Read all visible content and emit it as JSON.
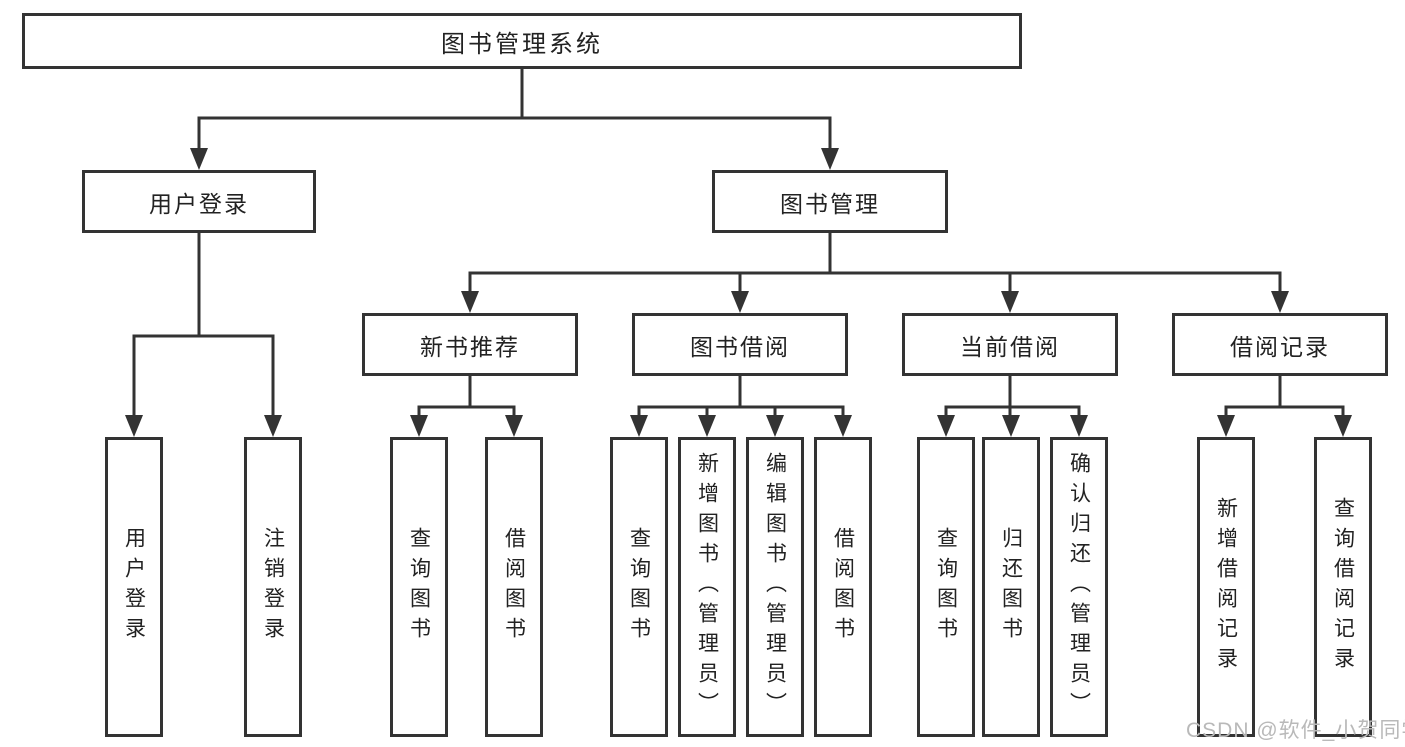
{
  "diagram": {
    "type": "functional-structure-tree",
    "colors": {
      "box_border": "#333333",
      "connector": "#333333",
      "label_text": "#222222",
      "box_fill": "#ffffff",
      "background": "#ffffff",
      "watermark": "#b9b9b9"
    },
    "tree": {
      "label": "图书管理系统",
      "children": [
        {
          "label": "用户登录",
          "children": [
            {
              "label": "用户登录"
            },
            {
              "label": "注销登录"
            }
          ]
        },
        {
          "label": "图书管理",
          "children": [
            {
              "label": "新书推荐",
              "children": [
                {
                  "label": "查询图书"
                },
                {
                  "label": "借阅图书"
                }
              ]
            },
            {
              "label": "图书借阅",
              "children": [
                {
                  "label": "查询图书"
                },
                {
                  "label": "新增图书（管理员）"
                },
                {
                  "label": "编辑图书（管理员）"
                },
                {
                  "label": "借阅图书"
                }
              ]
            },
            {
              "label": "当前借阅",
              "children": [
                {
                  "label": "查询图书"
                },
                {
                  "label": "归还图书"
                },
                {
                  "label": "确认归还（管理员）"
                }
              ]
            },
            {
              "label": "借阅记录",
              "children": [
                {
                  "label": "新增借阅记录"
                },
                {
                  "label": "查询借阅记录"
                }
              ]
            }
          ]
        }
      ]
    },
    "watermark": {
      "text": "CSDN @软件_小贺同学"
    }
  }
}
